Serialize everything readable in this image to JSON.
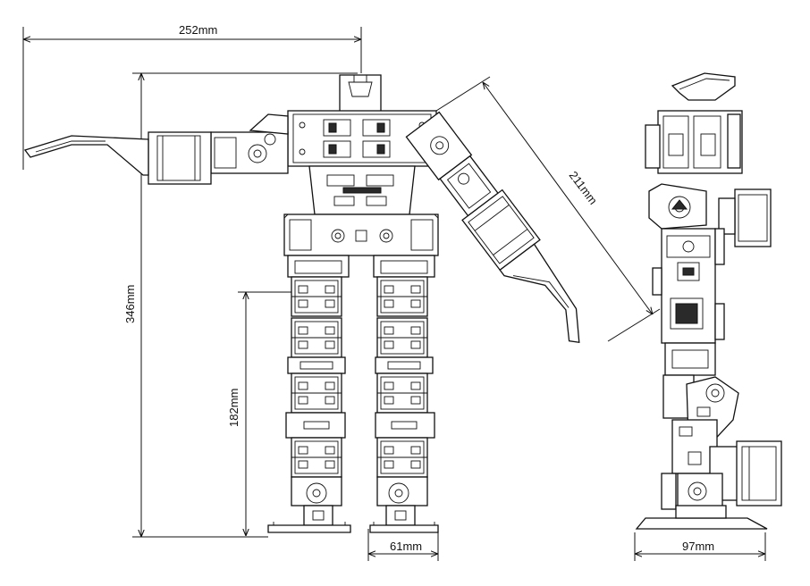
{
  "dimensions": {
    "total_width": "252mm",
    "total_height": "346mm",
    "leg_height": "182mm",
    "foot_width": "61mm",
    "arm_length": "211mm",
    "side_depth": "97mm"
  }
}
